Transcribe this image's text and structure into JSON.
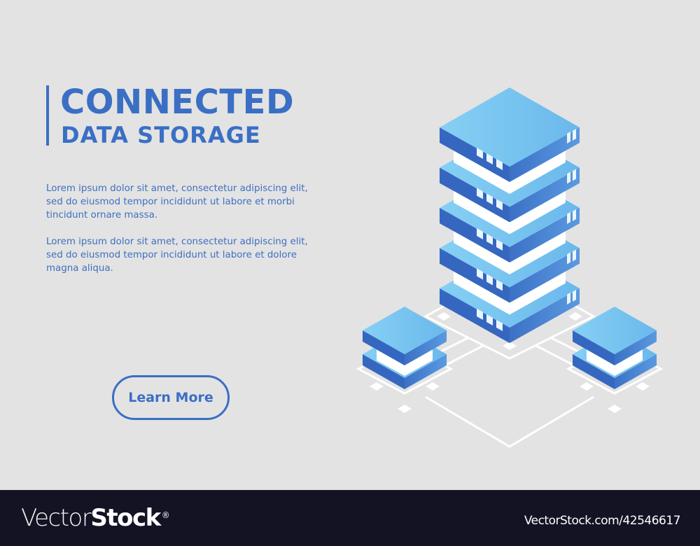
{
  "hero": {
    "title_line1": "CONNECTED",
    "title_line2": "DATA STORAGE",
    "paragraphs": [
      "Lorem ipsum dolor sit amet, consectetur adipiscing elit, sed do eiusmod tempor incididunt ut labore et morbi tincidunt ornare massa.",
      "Lorem ipsum dolor sit amet, consectetur adipiscing elit, sed do eiusmod tempor incididunt ut labore et dolore magna aliqua."
    ],
    "cta_label": "Learn More"
  },
  "illustration": {
    "subject": "isometric-server-stack-with-connected-nodes",
    "tower_slab_count": 5,
    "node_count": 2
  },
  "colors": {
    "background": "#e3e3e3",
    "accent_blue": "#3a6fc4",
    "slab_top": "#78c6f0",
    "slab_side_dark": "#3667c0",
    "slab_side_light": "#4f8ed8",
    "footer_bg": "#131324"
  },
  "footer": {
    "brand_light": "Vector",
    "brand_bold": "Stock",
    "brand_reg": "®",
    "stock_id": "VectorStock.com/42546617"
  }
}
